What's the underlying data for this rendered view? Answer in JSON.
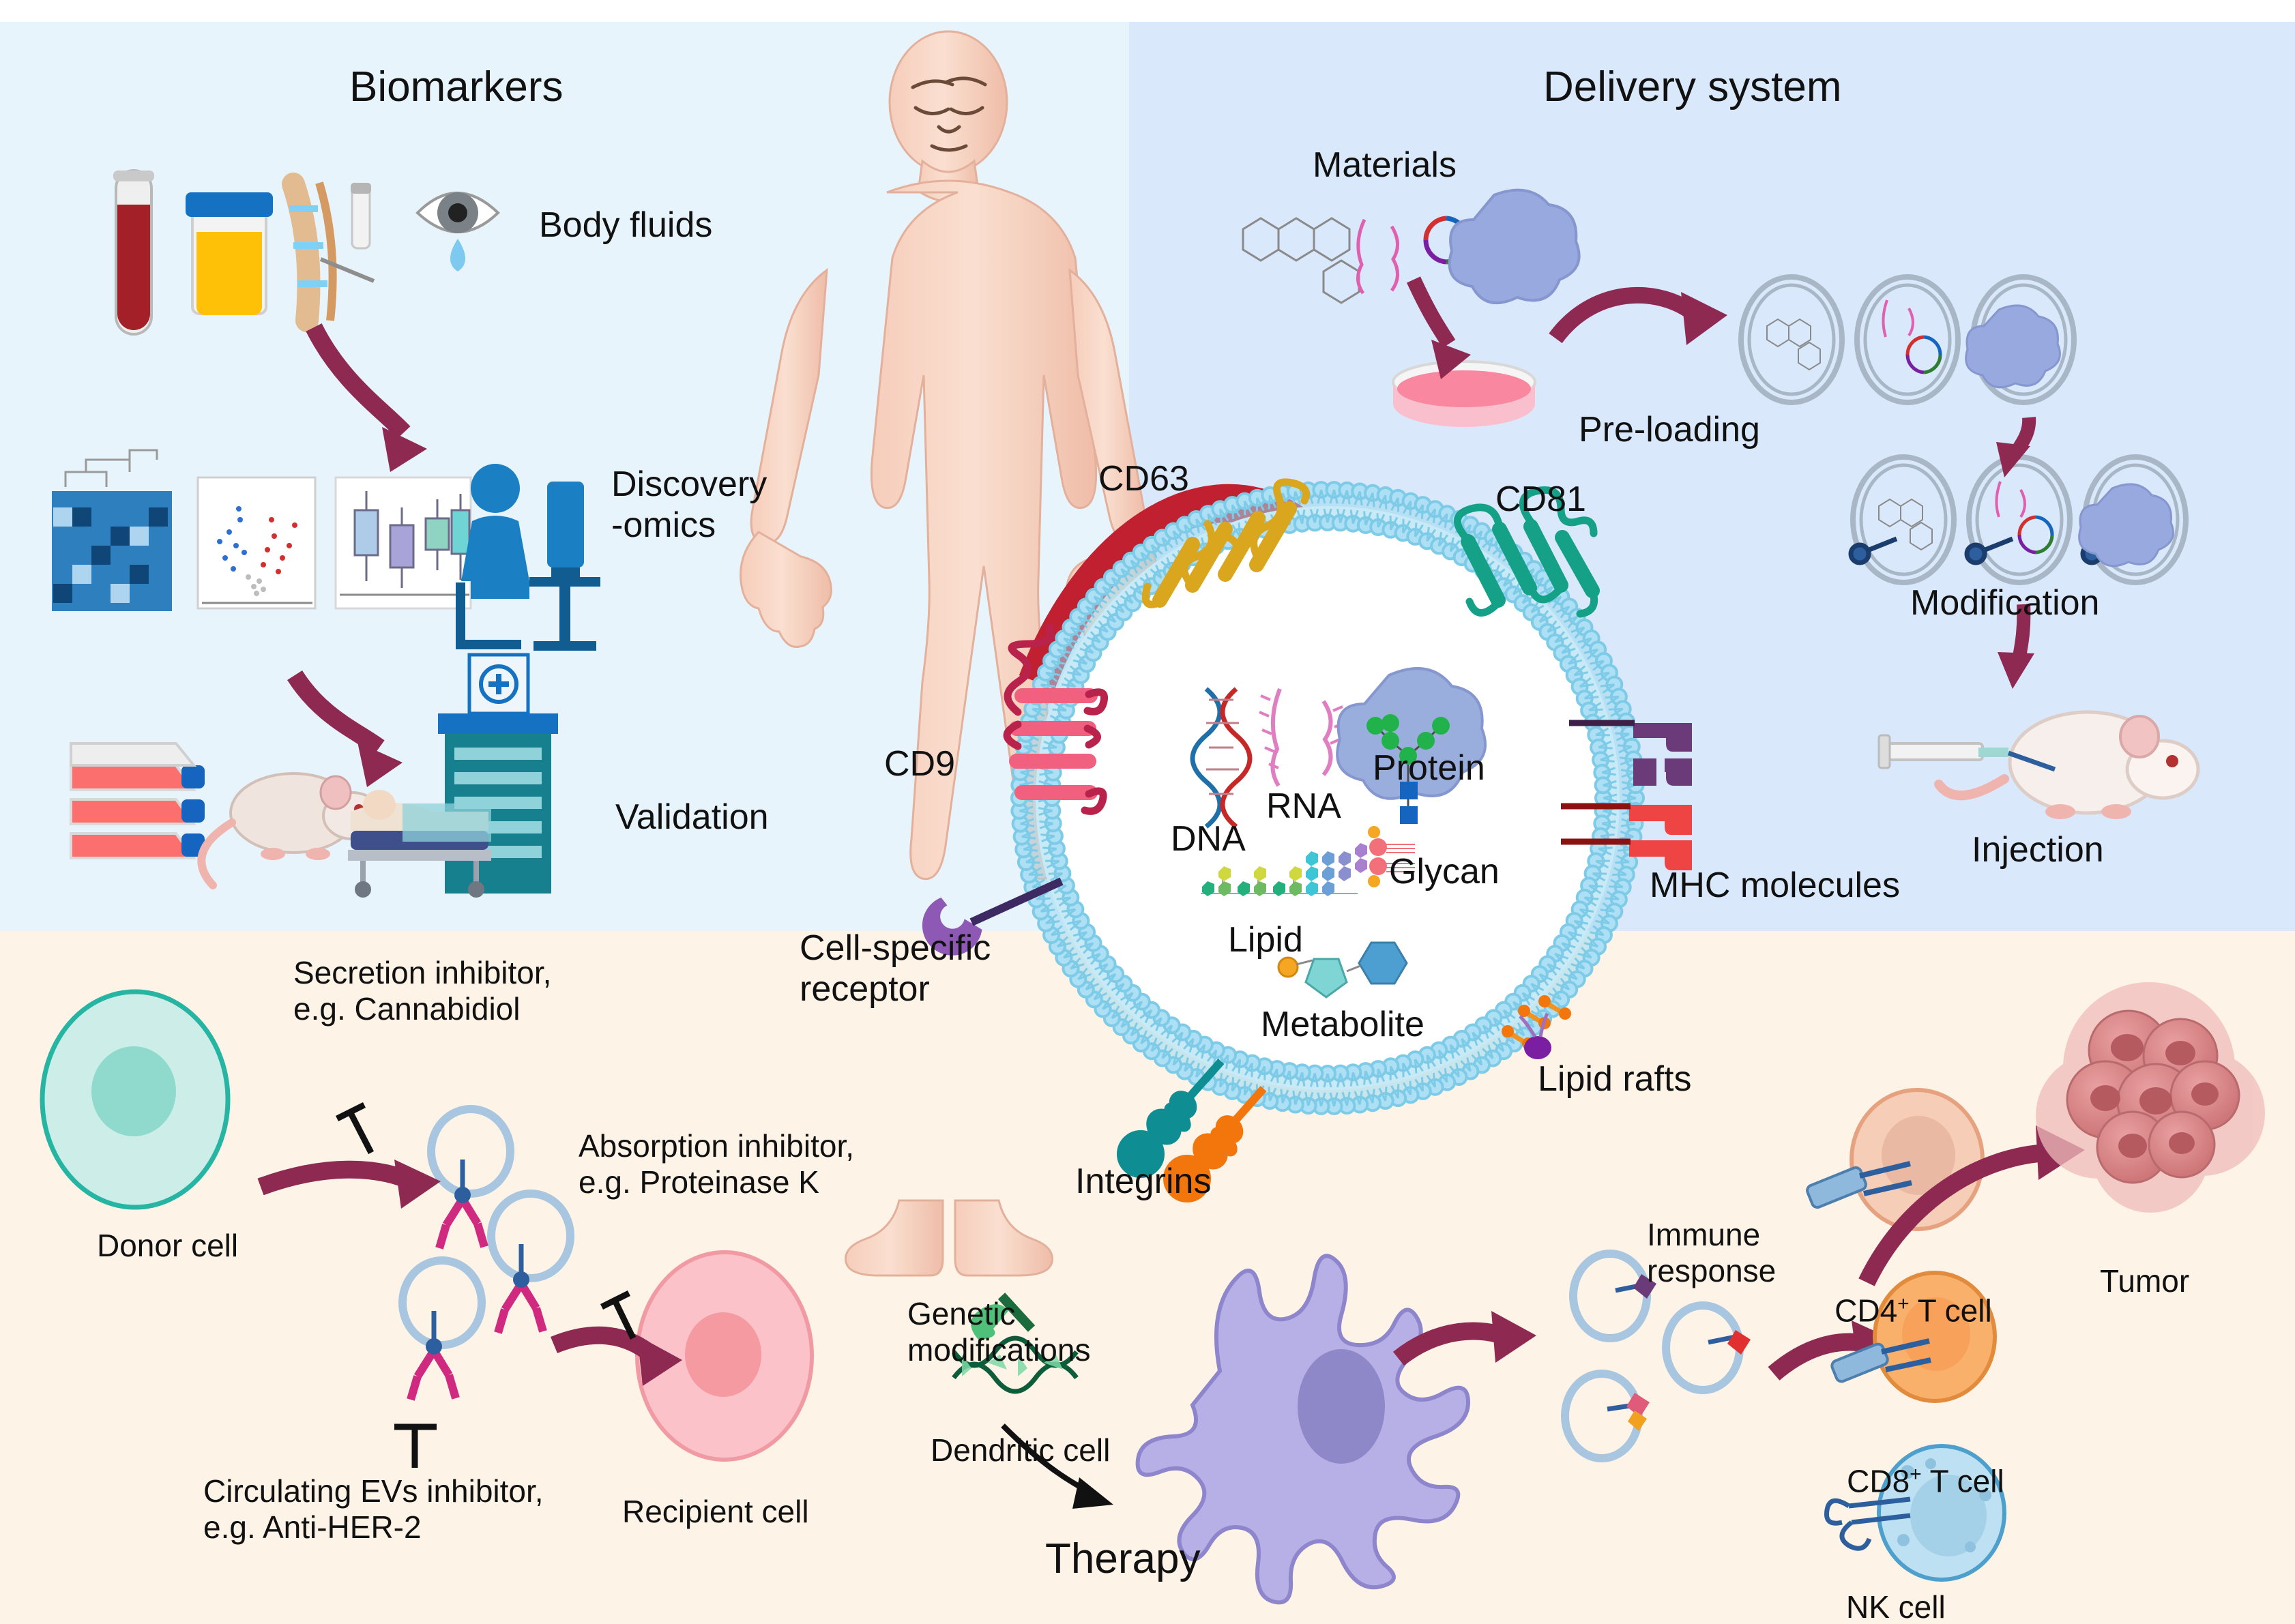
{
  "figure": {
    "type": "scientific-schematic",
    "subject": "Extracellular vesicles (exosomes): biomarkers, delivery system and therapy"
  },
  "panels": {
    "biomarkers": {
      "title": "Biomarkers",
      "bg": "#e8f4fb",
      "steps": [
        {
          "label": "Body fluids",
          "icons": [
            "blood-tube-icon",
            "urine-cup-icon",
            "spinal-tap-icon",
            "tear-eye-icon"
          ]
        },
        {
          "label": "Discovery\n-omics",
          "icons": [
            "heatmap-icon",
            "volcano-plot-icon",
            "boxplot-icon",
            "researcher-computer-icon"
          ]
        },
        {
          "label": "Validation",
          "icons": [
            "cell-culture-flask-icon",
            "lab-mouse-icon",
            "hospital-bed-icon",
            "hospital-building-icon"
          ]
        }
      ]
    },
    "delivery": {
      "title": "Delivery system",
      "bg": "#d9e8fb",
      "steps": [
        {
          "label": "Materials",
          "icons": [
            "small-molecule-icon",
            "rna-strand-icon",
            "plasmid-icon",
            "protein-blob-icon"
          ]
        },
        {
          "label": "Pre-loading",
          "icons": [
            "petri-dish-icon",
            "loaded-vesicle-icon"
          ]
        },
        {
          "label": "Modification",
          "icons": [
            "surface-modified-vesicle-icon"
          ]
        },
        {
          "label": "Injection",
          "icons": [
            "syringe-icon",
            "lab-mouse-icon"
          ]
        }
      ]
    },
    "therapy": {
      "title": "Therapy",
      "bg": "#fdf3e6",
      "left_flow": {
        "donor_cell": "Donor cell",
        "recipient_cell": "Recipient cell",
        "inhibitors": [
          {
            "name": "secretion-inhibitor",
            "text": "Secretion inhibitor,\ne.g. Cannabidiol"
          },
          {
            "name": "absorption-inhibitor",
            "text": "Absorption inhibitor,\ne.g. Proteinase K"
          },
          {
            "name": "circulating-evs-inhibitor",
            "text": "Circulating EVs inhibitor,\ne.g. Anti-HER-2"
          }
        ]
      },
      "right_flow": {
        "genetic_modifications": "Genetic\nmodifications",
        "dendritic_cell": "Dendritic cell",
        "immune_cells": [
          {
            "label": "CD4",
            "sup": "+",
            "suffix": " T cell",
            "color": "#f6cdb6"
          },
          {
            "label": "CD8",
            "sup": "+",
            "suffix": " T cell",
            "color": "#f9b06a"
          },
          {
            "label": "NK cell",
            "sup": "",
            "suffix": "",
            "color": "#bde0f2"
          }
        ],
        "immune_response": "Immune\nresponse",
        "tumor": "Tumor"
      }
    }
  },
  "exosome": {
    "membrane_color": "#7ecbe8",
    "surface_markers": [
      {
        "name": "CD63",
        "color": "#d9a61e"
      },
      {
        "name": "CD81",
        "color": "#14a187"
      },
      {
        "name": "CD9",
        "color": "#f1607f"
      },
      {
        "name": "MHC molecules",
        "color": "#6b3a78"
      },
      {
        "name": "Cell-specific\nreceptor",
        "color": "#8d59b5"
      },
      {
        "name": "Integrins",
        "color": "#0e8e93"
      },
      {
        "name": "Lipid rafts",
        "color": "#f2931f"
      }
    ],
    "cargo": [
      {
        "name": "DNA",
        "color": "#1f6fa8"
      },
      {
        "name": "RNA",
        "color": "#e07ec2"
      },
      {
        "name": "Protein",
        "color": "#9aaede"
      },
      {
        "name": "Glycan",
        "color": "#22b24c"
      },
      {
        "name": "Lipid",
        "color": "#5ab7a6"
      },
      {
        "name": "Metabolite",
        "color": "#4e9fd1"
      }
    ]
  },
  "colors": {
    "arrow_magenta": "#8e2a52",
    "arrow_red": "#c0202f",
    "text": "#111111"
  }
}
